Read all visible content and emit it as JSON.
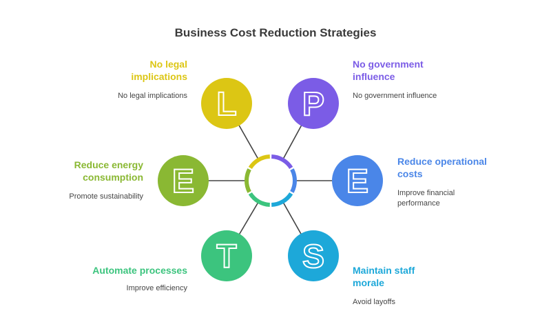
{
  "title": "Business Cost Reduction Strategies",
  "items": [
    {
      "letter": "L",
      "heading": "No legal implications",
      "description": "No legal implications",
      "color": "#DCC614"
    },
    {
      "letter": "P",
      "heading": "No government influence",
      "description": "No government influence",
      "color": "#7B5CE6"
    },
    {
      "letter": "E",
      "heading": "Reduce operational costs",
      "description": "Improve financial performance",
      "color": "#4A86E8"
    },
    {
      "letter": "S",
      "heading": "Maintain staff morale",
      "description": "Avoid layoffs",
      "color": "#1DA8D9"
    },
    {
      "letter": "T",
      "heading": "Automate processes",
      "description": "Improve efficiency",
      "color": "#3CC47E"
    },
    {
      "letter": "E",
      "heading": "Reduce energy consumption",
      "description": "Promote sustainability",
      "color": "#8AB833"
    }
  ]
}
